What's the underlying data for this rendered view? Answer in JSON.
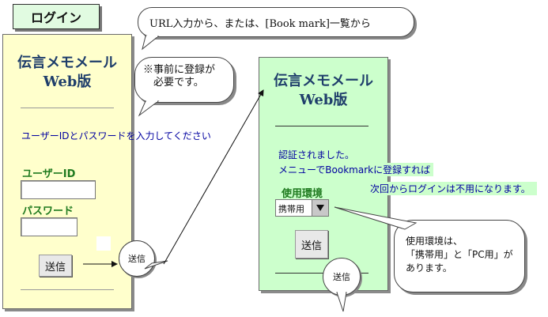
{
  "title_tab": "ログイン",
  "top_callout": "URL入力から、または、[Book mark]一覧から",
  "login_panel": {
    "brand_line1": "伝言メモメール",
    "brand_line2": "Web版",
    "instruction": "ユーザーIDとパスワードを入力してください",
    "user_id_label": "ユーザーID",
    "password_label": "パスワード",
    "submit_label": "送信"
  },
  "prereg_callout": {
    "line1": "※事前に登録が",
    "line2": "必要です。"
  },
  "bubble_left": "送信",
  "bubble_right": "送信",
  "menu_panel": {
    "brand_line1": "伝言メモメール",
    "brand_line2": "Web版",
    "auth_done": "認証されました。",
    "bookmark_note_1": "メニューでBookmarkに登録すれば",
    "bookmark_note_2": "次回からログインは不用になります。",
    "env_label": "使用環境",
    "env_selected": "携帯用",
    "submit_label": "送信"
  },
  "env_callout": {
    "line1": "使用環境は、",
    "line2": "「携帯用」と「PC用」が",
    "line3": "あります。"
  }
}
